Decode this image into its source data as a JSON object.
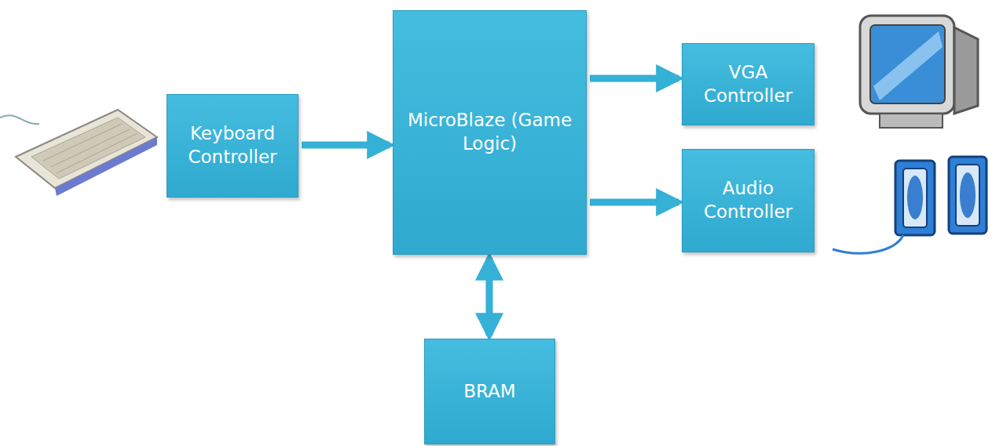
{
  "diagram": {
    "nodes": [
      {
        "text": [
          "Keyboard Controller"
        ]
      },
      {
        "text": [
          "MicroBlaze (Game Logic)"
        ]
      },
      {
        "text": [
          "VGA Controller"
        ]
      },
      {
        "text": [
          "Audio Controller"
        ]
      },
      {
        "text": [
          "BRAM"
        ]
      }
    ],
    "edges": [
      {
        "from": 0,
        "to": 1,
        "arrow": "to"
      },
      {
        "from": 1,
        "to": 2,
        "arrow": "to"
      },
      {
        "from": 1,
        "to": 3,
        "arrow": "to"
      },
      {
        "from": 1,
        "to": 4,
        "arrow": "both"
      }
    ]
  }
}
